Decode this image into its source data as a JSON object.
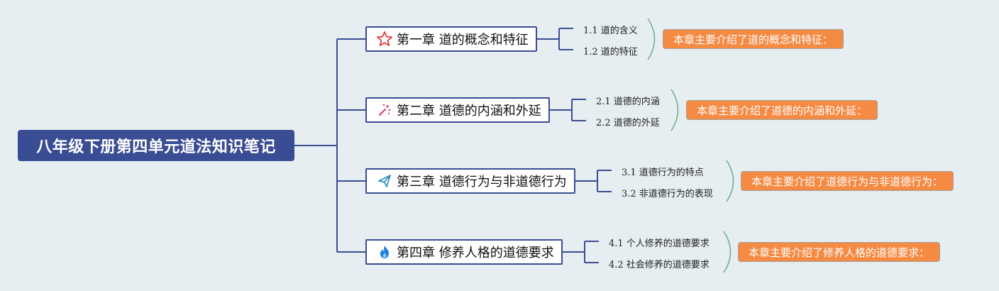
{
  "root": {
    "title": "八年级下册第四单元道法知识笔记"
  },
  "colors": {
    "line": "#3a4d94",
    "summary_bg": "#f58a43",
    "bracket": "#6fa98a",
    "background": "#e6eef2"
  },
  "chapters": [
    {
      "icon": "star-icon",
      "title": "第一章 道的概念和特征",
      "subtopics": [
        "1.1 道的含义",
        "1.2 道的特征"
      ],
      "summary": "本章主要介绍了道的概念和特征："
    },
    {
      "icon": "sparkle-wand-icon",
      "title": "第二章 道德的内涵和外延",
      "subtopics": [
        "2.1 道德的内涵",
        "2.2 道德的外延"
      ],
      "summary": "本章主要介绍了道德的内涵和外延："
    },
    {
      "icon": "paper-plane-icon",
      "title": "第三章 道德行为与非道德行为",
      "subtopics": [
        "3.1 道德行为的特点",
        "3.2 非道德行为的表现"
      ],
      "summary": "本章主要介绍了道德行为与非道德行为："
    },
    {
      "icon": "flame-icon",
      "title": "第四章 修养人格的道德要求",
      "subtopics": [
        "4.1 个人修养的道德要求",
        "4.2 社会修养的道德要求"
      ],
      "summary": "本章主要介绍了修养人格的道德要求："
    }
  ]
}
